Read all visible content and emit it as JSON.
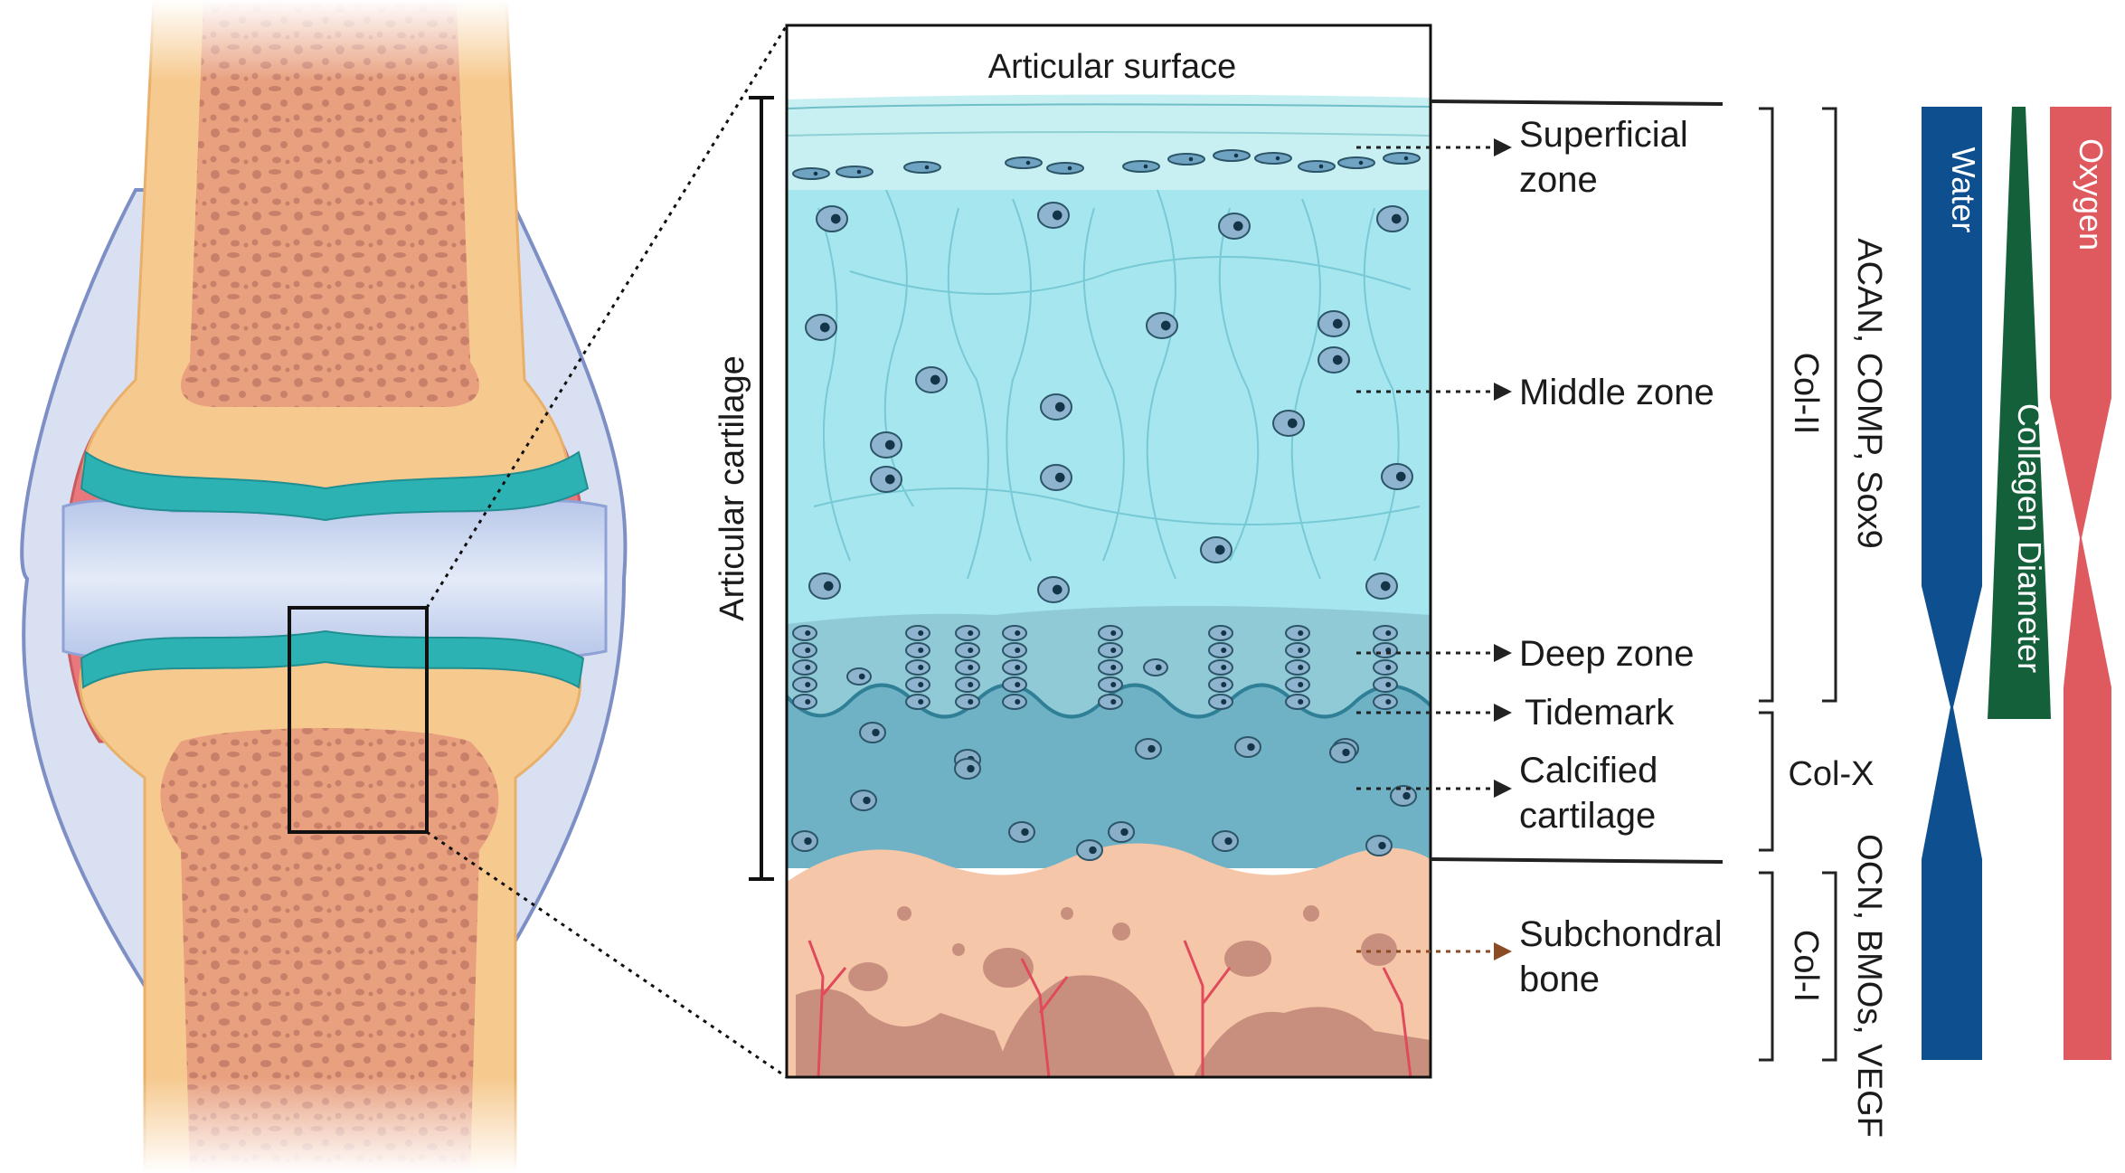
{
  "panel": {
    "top_label": "Articular surface",
    "side_label": "Articular cartilage"
  },
  "zones": {
    "superficial": [
      "Superficial",
      "zone"
    ],
    "middle": "Middle zone",
    "deep": "Deep zone",
    "tidemark": "Tidemark",
    "calcified": [
      "Calcified",
      "cartilage"
    ],
    "subchondral": [
      "Subchondral",
      "bone"
    ]
  },
  "markers": {
    "col2": "Col-II",
    "acan": "ACAN, COMP, Sox9",
    "colx": "Col-X",
    "col1": "Col-I",
    "ocn": "OCN, BMOs, VEGF"
  },
  "gradients": {
    "water": "Water",
    "collagen": "Collagen Diameter",
    "oxygen": "Oxygen"
  },
  "colors": {
    "water": "#0d4f8f",
    "collagen": "#14603a",
    "oxygen": "#de5a5f",
    "bone_marrow": "#c9876a",
    "cortical": "#f6c98e",
    "cartilage": "#2cb2b3",
    "synovial_fluid": "#c6d3ee"
  }
}
